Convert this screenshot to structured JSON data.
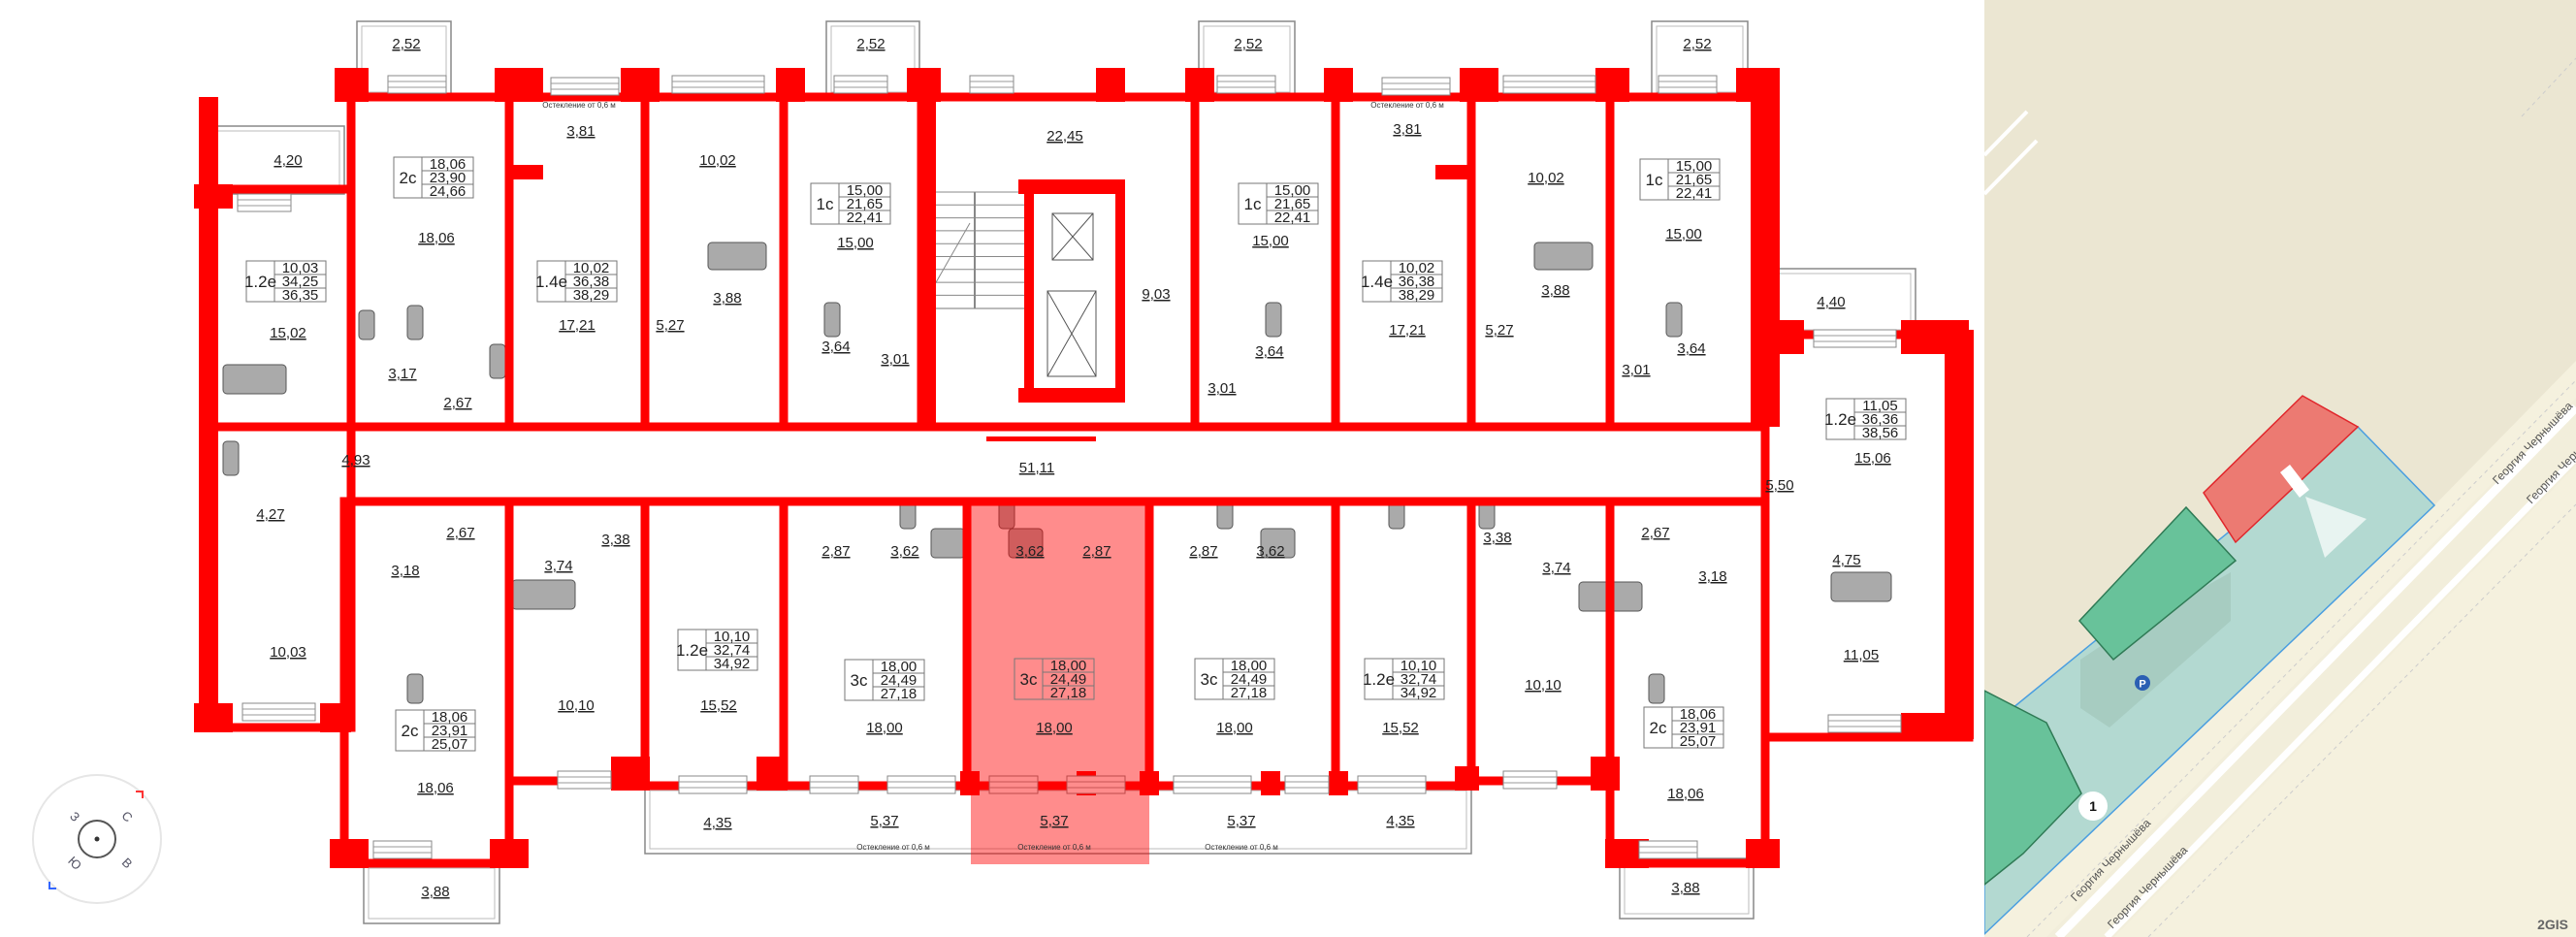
{
  "plan": {
    "accent_color": "#ff0000",
    "highlight_color": "#ff7b7b",
    "glazing_note": "Остекление от 0,6 м",
    "apartments": [
      {
        "type": "1.2e",
        "areas": [
          "10,03",
          "34,25",
          "36,35"
        ]
      },
      {
        "type": "2c",
        "areas": [
          "18,06",
          "23,90",
          "24,66"
        ]
      },
      {
        "type": "1.4e",
        "areas": [
          "10,02",
          "36,38",
          "38,29"
        ]
      },
      {
        "type": "1c",
        "areas": [
          "15,00",
          "21,65",
          "22,41"
        ]
      },
      {
        "type": "1c",
        "areas": [
          "15,00",
          "21,65",
          "22,41"
        ]
      },
      {
        "type": "1.4e",
        "areas": [
          "10,02",
          "36,38",
          "38,29"
        ]
      },
      {
        "type": "1c",
        "areas": [
          "15,00",
          "21,65",
          "22,41"
        ]
      },
      {
        "type": "1.2e",
        "areas": [
          "11,05",
          "36,36",
          "38,56"
        ]
      },
      {
        "type": "2c",
        "areas": [
          "18,06",
          "23,91",
          "25,07"
        ]
      },
      {
        "type": "1.2e",
        "areas": [
          "10,10",
          "32,74",
          "34,92"
        ]
      },
      {
        "type": "3c",
        "areas": [
          "18,00",
          "24,49",
          "27,18"
        ]
      },
      {
        "type": "3c",
        "areas": [
          "18,00",
          "24,49",
          "27,18"
        ],
        "selected": true
      },
      {
        "type": "3c",
        "areas": [
          "18,00",
          "24,49",
          "27,18"
        ]
      },
      {
        "type": "1.2e",
        "areas": [
          "10,10",
          "32,74",
          "34,92"
        ]
      },
      {
        "type": "2c",
        "areas": [
          "18,06",
          "23,91",
          "25,07"
        ]
      }
    ],
    "rooms": [
      "2,52",
      "2,52",
      "2,52",
      "2,52",
      "4,20",
      "3,81",
      "3,81",
      "10,02",
      "10,02",
      "22,45",
      "4,40",
      "18,06",
      "15,02",
      "17,21",
      "17,21",
      "3,88",
      "3,88",
      "5,27",
      "5,27",
      "3,17",
      "2,67",
      "15,00",
      "15,00",
      "15,00",
      "3,64",
      "3,64",
      "3,64",
      "3,01",
      "3,01",
      "3,01",
      "9,03",
      "4,93",
      "51,11",
      "15,06",
      "5,50",
      "4,75",
      "11,05",
      "4,27",
      "2,67",
      "2,67",
      "3,18",
      "3,18",
      "3,74",
      "3,74",
      "3,38",
      "3,38",
      "10,03",
      "10,10",
      "10,10",
      "15,52",
      "15,52",
      "2,87",
      "2,87",
      "2,87",
      "3,62",
      "3,62",
      "3,62",
      "18,00",
      "18,00",
      "18,00",
      "18,06",
      "18,06",
      "3,88",
      "3,88",
      "4,35",
      "4,35",
      "5,37",
      "5,37",
      "5,37"
    ]
  },
  "compass": {
    "north": "С",
    "east": "В",
    "south": "Ю",
    "west": "З"
  },
  "map": {
    "street_name": "Георгия Чернышёва",
    "entrance_marker": "1",
    "parking_marker": "P",
    "brand": "2GIS",
    "colors": {
      "selected_building": "#ec7a72",
      "other_building": "#68c29a",
      "territory": "#b3d9d1",
      "land": "#ebe6d2",
      "land_light": "#f5f1de"
    }
  }
}
